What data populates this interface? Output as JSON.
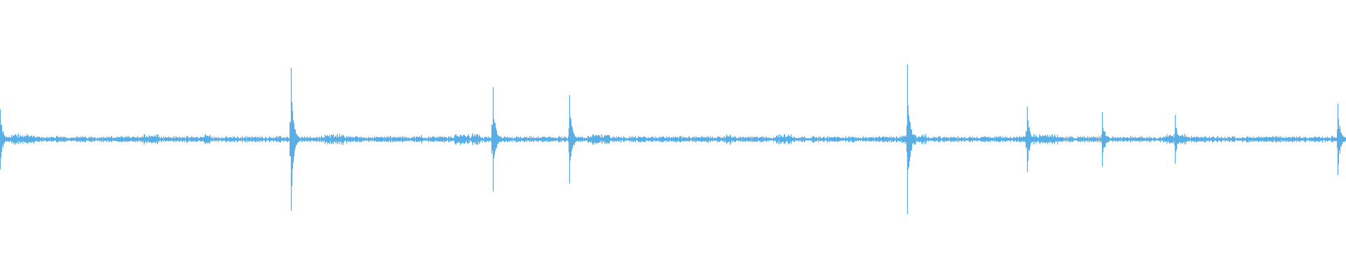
{
  "waveform": {
    "color": "#5AAEE6",
    "background": "#ffffff",
    "transients": [
      {
        "time": 0.0,
        "amplitude": 0.42
      },
      {
        "time": 0.216,
        "amplitude": 1.0
      },
      {
        "time": 0.313,
        "amplitude": 0.06
      },
      {
        "time": 0.366,
        "amplitude": 0.73
      },
      {
        "time": 0.423,
        "amplitude": 0.62
      },
      {
        "time": 0.674,
        "amplitude": 1.05
      },
      {
        "time": 0.763,
        "amplitude": 0.46
      },
      {
        "time": 0.819,
        "amplitude": 0.38
      },
      {
        "time": 0.873,
        "amplitude": 0.34
      },
      {
        "time": 0.994,
        "amplitude": 0.5
      }
    ]
  }
}
